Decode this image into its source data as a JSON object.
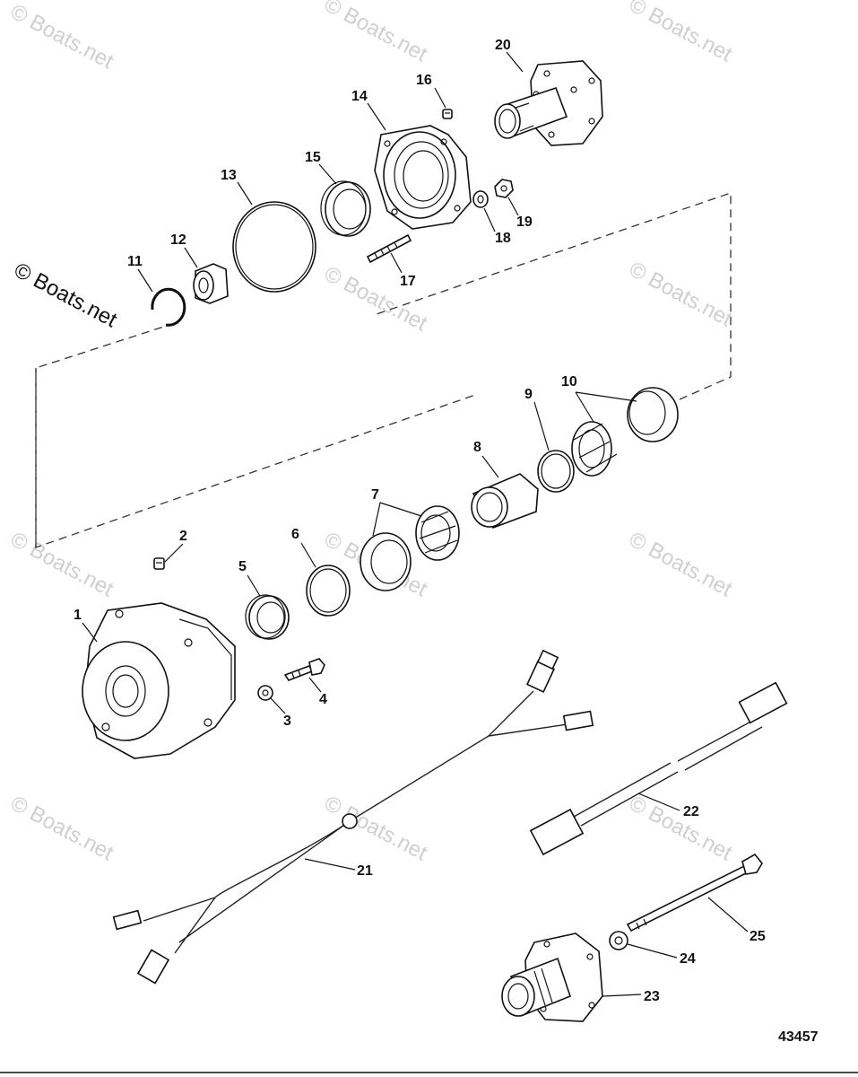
{
  "watermark": "© Boats.net",
  "drawing_number": "43457",
  "callouts": {
    "p1": "1",
    "p2": "2",
    "p3": "3",
    "p4": "4",
    "p5": "5",
    "p6": "6",
    "p7": "7",
    "p8": "8",
    "p9": "9",
    "p10": "10",
    "p11": "11",
    "p12": "12",
    "p13": "13",
    "p14": "14",
    "p15": "15",
    "p16": "16",
    "p17": "17",
    "p18": "18",
    "p19": "19",
    "p20": "20",
    "p21": "21",
    "p22": "22",
    "p23": "23",
    "p24": "24",
    "p25": "25"
  }
}
